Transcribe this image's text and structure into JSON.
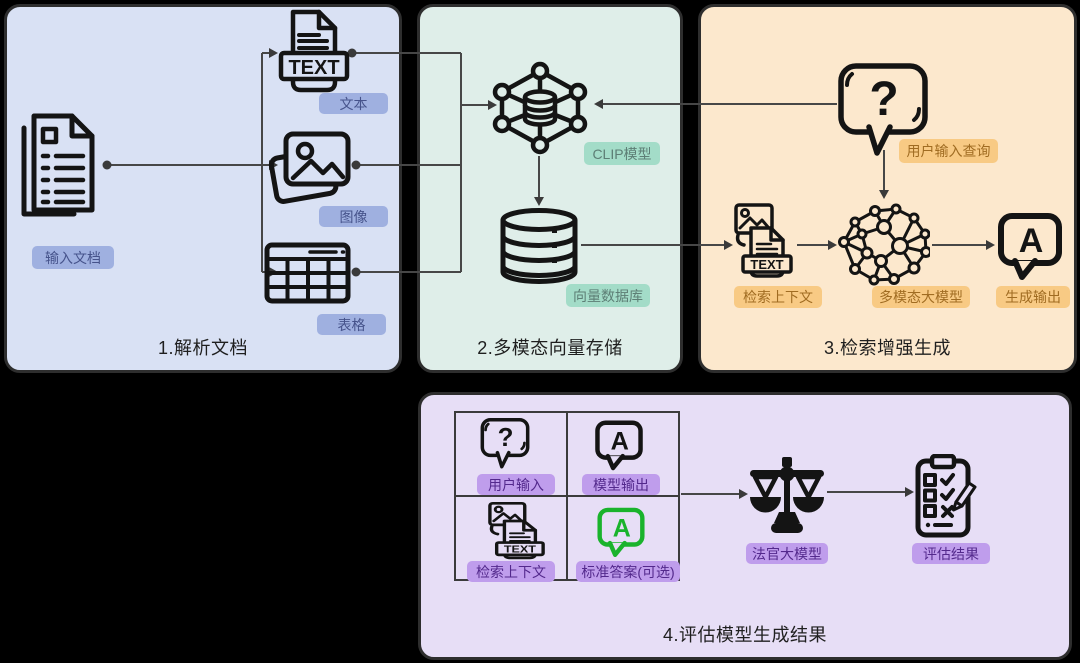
{
  "colors": {
    "canvas_bg": "#000000",
    "connector_stroke": "#474747",
    "icon_stroke": "#141414",
    "panel1_bg": "#d9e1f4",
    "panel1_badge_bg": "#9fb0e0",
    "panel1_badge_text": "#46538b",
    "panel2_bg": "#dfeee9",
    "panel2_badge_bg": "#a3dcc8",
    "panel2_badge_text": "#5d7e75",
    "panel3_bg": "#fce8cd",
    "panel3_badge_bg": "#f8ca84",
    "panel3_badge_text": "#a06c22",
    "panel4_bg": "#e7def6",
    "panel4_badge_bg": "#bf9dec",
    "panel4_badge_text": "#53298c",
    "reference_answer_green": "#1ab32c"
  },
  "icon_text": {
    "text_file": "TEXT",
    "question_mark": "?",
    "answer_letter": "A"
  },
  "panels": [
    {
      "title": "1.解析文档",
      "labels": {
        "input_doc": "输入文档",
        "text": "文本",
        "image": "图像",
        "table": "表格"
      }
    },
    {
      "title": "2.多模态向量存储",
      "labels": {
        "clip_model": "CLIP模型",
        "vector_db": "向量数据库"
      }
    },
    {
      "title": "3.检索增强生成",
      "labels": {
        "user_query": "用户输入查询",
        "retrieved_context": "检索上下文",
        "mllm": "多模态大模型",
        "generated_output": "生成输出"
      }
    },
    {
      "title": "4.评估模型生成结果",
      "labels": {
        "user_input": "用户输入",
        "model_output": "模型输出",
        "retrieved_context": "检索上下文",
        "reference_answer": "标准答案(可选)",
        "judge_model": "法官大模型",
        "eval_result": "评估结果"
      }
    }
  ]
}
